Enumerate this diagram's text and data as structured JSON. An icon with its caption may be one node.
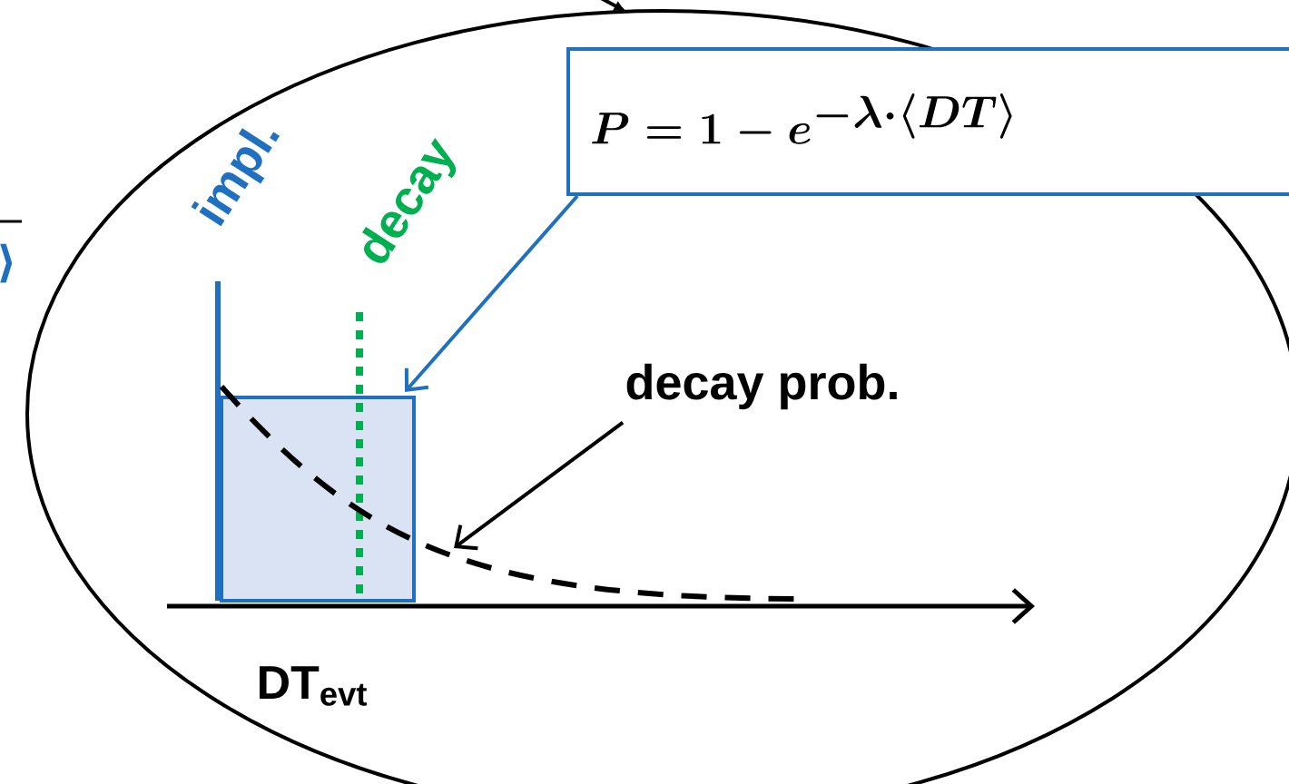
{
  "diagram": {
    "nodes": [
      {
        "text": [
          "P = 1 - e^{-\\lambda\\cdot\\langle DT\\rangle}"
        ]
      },
      {
        "text": [],
        "shape": "box"
      },
      {
        "text": [
          "decay prob."
        ]
      }
    ],
    "edges": [
      {
        "from": 0,
        "to": 1,
        "arrow": "to",
        "color": "#1f70c1"
      },
      {
        "from": 2,
        "to": null,
        "arrow": "to",
        "color": "#000000"
      }
    ],
    "labels": [
      "impl.",
      "decay",
      "DT$_{evt}$",
      "⟩"
    ]
  }
}
